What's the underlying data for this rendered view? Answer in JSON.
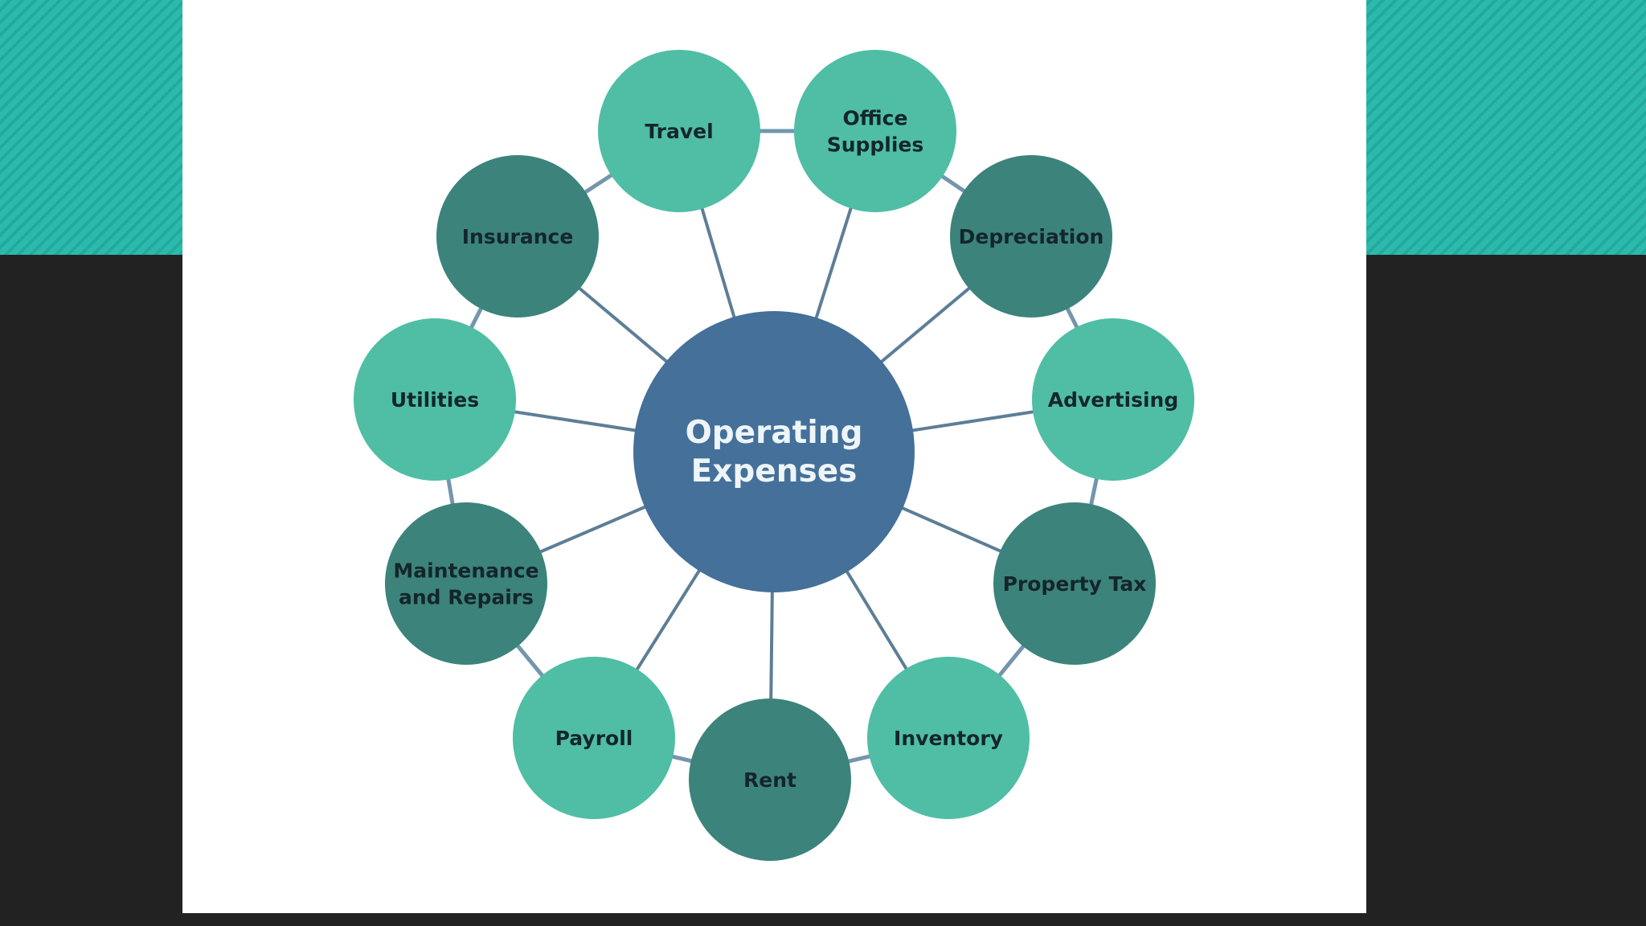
{
  "hub": {
    "label": [
      "Operating",
      "Expenses"
    ],
    "color": "#44709a"
  },
  "colors": {
    "light": "#4fbea5",
    "dark": "#3c837c",
    "ring": "#7396ad",
    "spoke": "#5d7e96",
    "band": "#2bbbad",
    "frame": "#222222"
  },
  "nodes": [
    {
      "id": "travel",
      "label": [
        "Travel"
      ],
      "tone": "light"
    },
    {
      "id": "office-supplies",
      "label": [
        "Office",
        "Supplies"
      ],
      "tone": "light"
    },
    {
      "id": "depreciation",
      "label": [
        "Depreciation"
      ],
      "tone": "dark"
    },
    {
      "id": "advertising",
      "label": [
        "Advertising"
      ],
      "tone": "light"
    },
    {
      "id": "property-tax",
      "label": [
        "Property Tax"
      ],
      "tone": "dark"
    },
    {
      "id": "inventory",
      "label": [
        "Inventory"
      ],
      "tone": "light"
    },
    {
      "id": "rent",
      "label": [
        "Rent"
      ],
      "tone": "dark"
    },
    {
      "id": "payroll",
      "label": [
        "Payroll"
      ],
      "tone": "light"
    },
    {
      "id": "maintenance-and-repairs",
      "label": [
        "Maintenance",
        "and Repairs"
      ],
      "tone": "dark"
    },
    {
      "id": "utilities",
      "label": [
        "Utilities"
      ],
      "tone": "light"
    },
    {
      "id": "insurance",
      "label": [
        "Insurance"
      ],
      "tone": "dark"
    }
  ]
}
